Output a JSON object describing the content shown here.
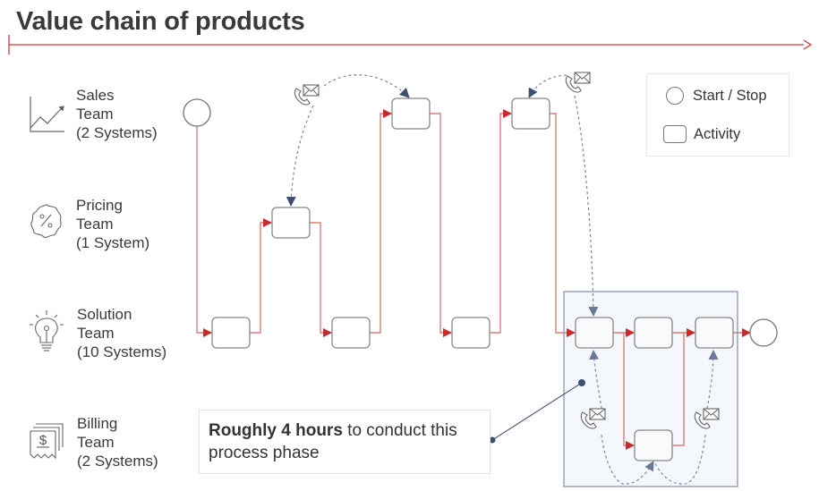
{
  "header": {
    "title": "Value chain of products"
  },
  "lanes": [
    {
      "icon": "chart-growth-icon",
      "line1": "Sales",
      "line2": "Team",
      "line3": "(2 Systems)"
    },
    {
      "icon": "percent-badge-icon",
      "line1": "Pricing",
      "line2": "Team",
      "line3": "(1 System)"
    },
    {
      "icon": "lightbulb-icon",
      "line1": "Solution",
      "line2": "Team",
      "line3": "(10 Systems)"
    },
    {
      "icon": "receipt-dollar-icon",
      "line1": "Billing",
      "line2": "Team",
      "line3": "(2 Systems)"
    }
  ],
  "legend": {
    "start_stop": "Start / Stop",
    "activity": "Activity"
  },
  "note": {
    "bold": "Roughly 4 hours",
    "rest": " to conduct this process phase"
  },
  "colors": {
    "flow": "#d9534f",
    "flow_arrow": "#c9302c",
    "communication": "#4a5a7e",
    "highlight_bg": "#f4f7fb",
    "highlight_border": "#8a96b3",
    "title_rule": "#d0393b"
  }
}
